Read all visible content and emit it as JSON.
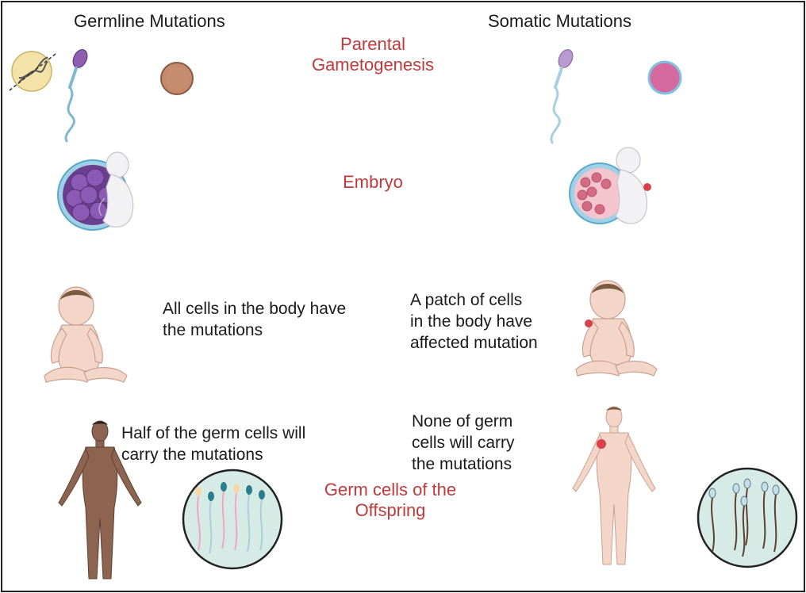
{
  "headers": {
    "left": "Germline Mutations",
    "right": "Somatic Mutations"
  },
  "stages": {
    "gametogenesis": [
      "Parental",
      "Gametogenesis"
    ],
    "embryo": "Embryo",
    "offspring_germ": [
      "Germ cells of the",
      "Offspring"
    ]
  },
  "germline": {
    "infant_text": [
      "All cells in the body have",
      "the mutations"
    ],
    "adult_text": [
      "Half of the germ cells will",
      "carry the mutations"
    ]
  },
  "somatic": {
    "infant_text": [
      "A patch of cells",
      "in the  body have",
      "affected mutation"
    ],
    "adult_text": [
      "None of  germ",
      "cells will carry",
      "the mutations"
    ]
  },
  "colors": {
    "stage_label": "#c0393b",
    "text": "#1a1a1a",
    "sperm_head": "#8e5fb0",
    "sperm_tail": "#7fb8d0",
    "germline_egg": "#c48a6c",
    "somatic_egg": "#d46aa0",
    "embryo_cells": "#7a4aa0",
    "skin_light": "#f4d6c8",
    "skin_dark": "#8c6450",
    "mutation_patch": "#d9414a",
    "germ_circle": "#d6eae6"
  }
}
